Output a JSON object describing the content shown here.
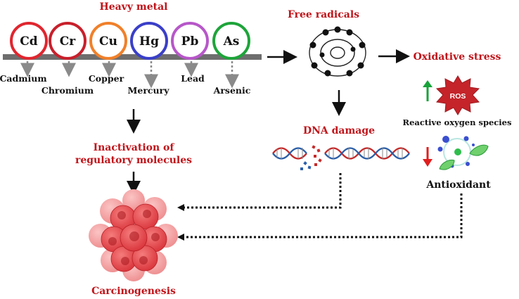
{
  "heavy_metal": {
    "title": "Heavy metal",
    "metals": [
      {
        "symbol": "Cd",
        "name": "Cadmium",
        "color": "#e0262f"
      },
      {
        "symbol": "Cr",
        "name": "Chromium",
        "color": "#c8202c"
      },
      {
        "symbol": "Cu",
        "name": "Copper",
        "color": "#f0802a"
      },
      {
        "symbol": "Hg",
        "name": "Mercury",
        "color": "#3a3fc8"
      },
      {
        "symbol": "Pb",
        "name": "Lead",
        "color": "#b757c9"
      },
      {
        "symbol": "As",
        "name": "Arsenic",
        "color": "#1ea43a"
      }
    ]
  },
  "free_radicals": "Free radicals",
  "oxidative_stress": "Oxidative stress",
  "ros": {
    "badge": "ROS",
    "label": "Reactive oxygen species"
  },
  "dna_damage": "DNA damage",
  "antioxidant": "Antioxidant",
  "inactivation": {
    "line1": "Inactivation of",
    "line2": "regulatory molecules"
  },
  "carcinogenesis": "Carcinogenesis",
  "colors": {
    "title_red": "#c0141a",
    "up_arrow": "#18a23a",
    "down_arrow": "#e01e1e"
  }
}
